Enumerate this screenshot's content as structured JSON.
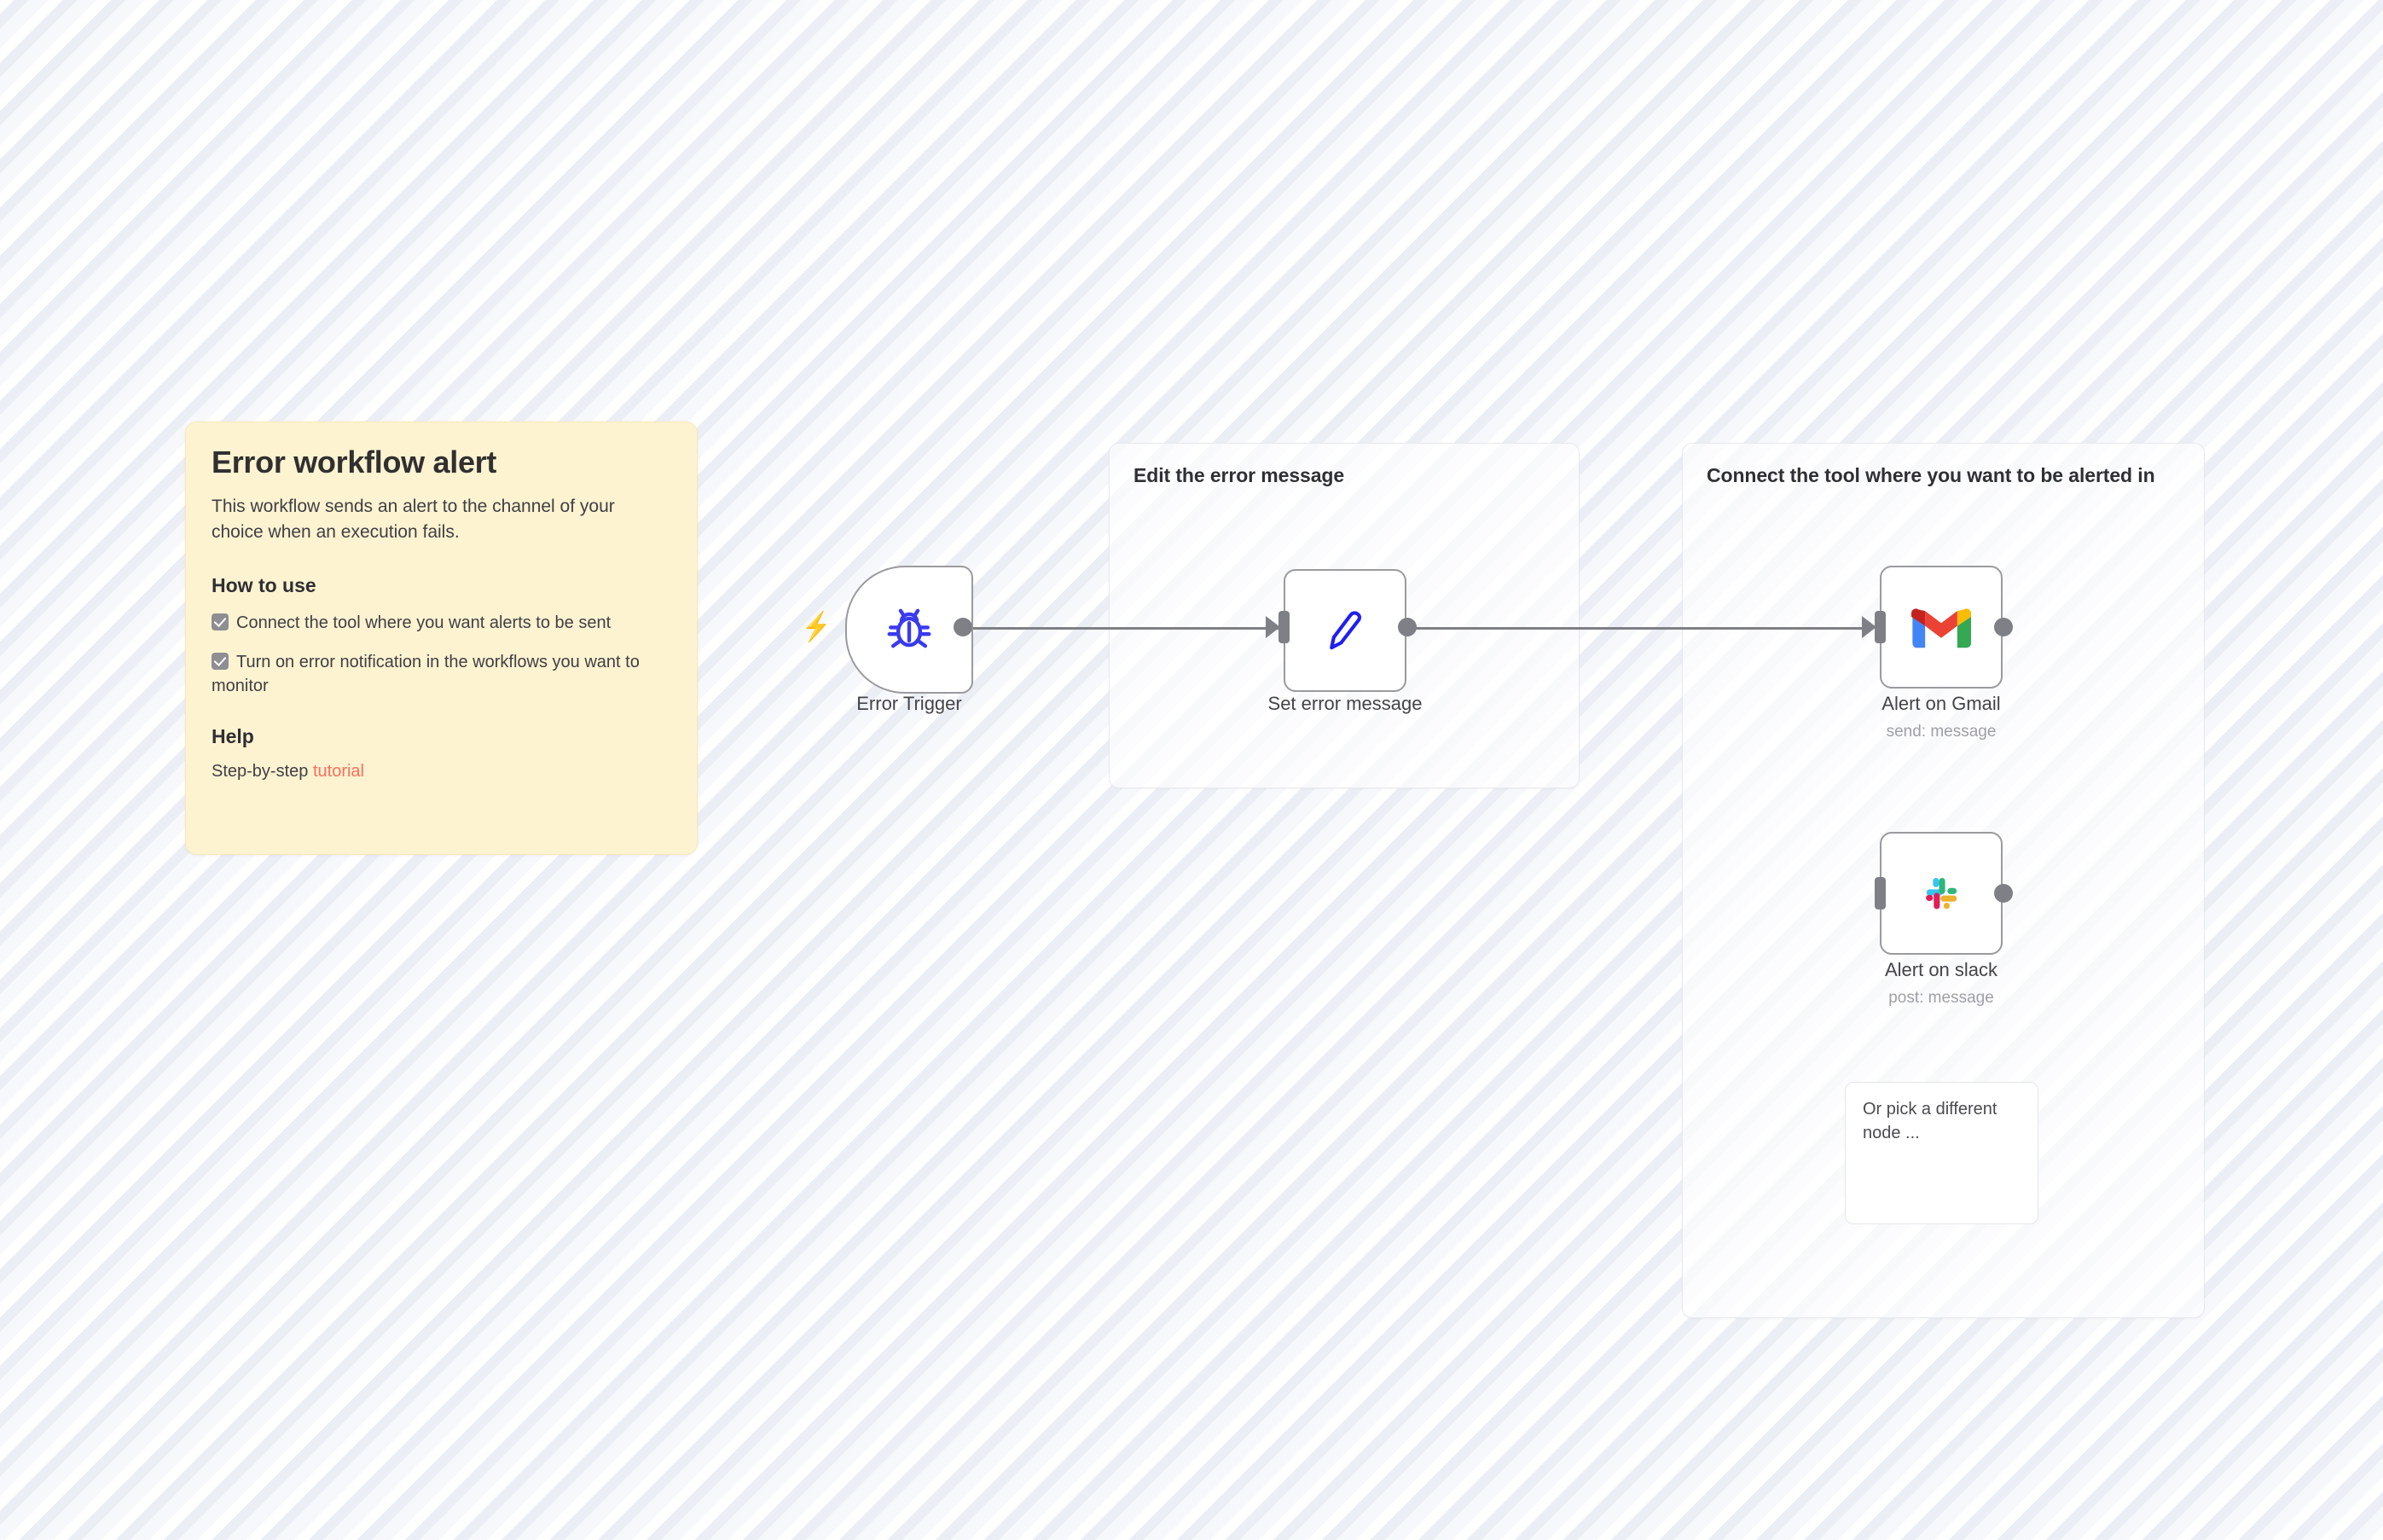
{
  "canvas": {
    "background_color": "#fbfbfd",
    "stripe_color": "#eceef5"
  },
  "sticky_note": {
    "title": "Error workflow alert",
    "description": "This workflow sends an alert to the channel of your choice when an execution fails.",
    "how_to_use_heading": "How to use",
    "steps": [
      "Connect the tool where you want alerts to be sent",
      "Turn on error notification in the workflows you want to monitor"
    ],
    "help_heading": "Help",
    "help_prefix": "Step-by-step ",
    "help_link": "tutorial",
    "background_color": "#fdf3d1",
    "link_color": "#ff6d5a"
  },
  "groups": [
    {
      "id": "edit-error-message",
      "title": "Edit the error message"
    },
    {
      "id": "connect-tool",
      "title": "Connect the tool where you want to be alerted in"
    }
  ],
  "nodes": [
    {
      "id": "error-trigger",
      "label": "Error Trigger",
      "sublabel": "",
      "icon": "bug-icon",
      "icon_color": "#3A3AF0",
      "shape": "trigger",
      "has_trigger_bolt": true,
      "input_port": "none",
      "output_port": "dot"
    },
    {
      "id": "set-error-message",
      "label": "Set error message",
      "sublabel": "",
      "icon": "pencil-icon",
      "icon_color": "#1F1FEE",
      "shape": "rect",
      "has_trigger_bolt": false,
      "input_port": "arrow",
      "output_port": "dot"
    },
    {
      "id": "alert-on-gmail",
      "label": "Alert on Gmail",
      "sublabel": "send: message",
      "icon": "gmail-icon",
      "icon_color": "#EA4335",
      "shape": "rect",
      "has_trigger_bolt": false,
      "input_port": "arrow",
      "output_port": "dot"
    },
    {
      "id": "alert-on-slack",
      "label": "Alert on slack",
      "sublabel": "post: message",
      "icon": "slack-icon",
      "icon_color": "#E01E5A",
      "shape": "rect",
      "has_trigger_bolt": false,
      "input_port": "bar",
      "output_port": "dot"
    }
  ],
  "connections": [
    {
      "from": "error-trigger",
      "to": "set-error-message"
    },
    {
      "from": "set-error-message",
      "to": "alert-on-gmail"
    }
  ],
  "placeholder_box": {
    "text": "Or pick a different node ..."
  }
}
